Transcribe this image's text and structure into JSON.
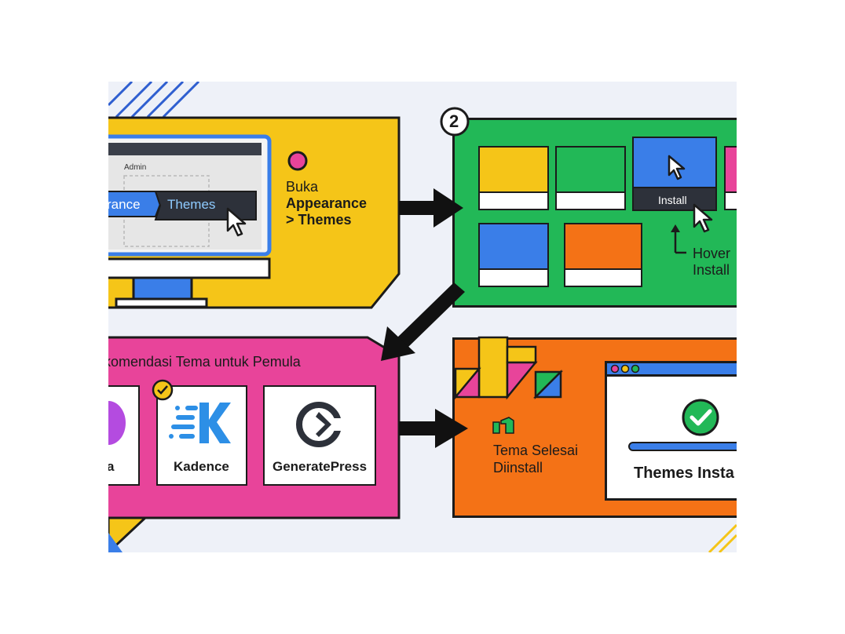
{
  "step1": {
    "screen_header": "Admin",
    "menu_item_left": "rance",
    "menu_item_themes": "Themes",
    "caption_line1": "Buka",
    "caption_line2": "Appearance",
    "caption_line3": "> Themes",
    "color": "#f5c518"
  },
  "step2": {
    "step_number": "2",
    "install_label": "Install",
    "hint_line1": "Hover",
    "hint_line2": "Install",
    "color": "#22b857",
    "theme_tile_colors": [
      "#f5c518",
      "#22b857",
      "#3a7ee8",
      "#e8449a",
      "#3a7ee8",
      "#f47216"
    ]
  },
  "step3": {
    "title": "komendasi Tema untuk Pemula",
    "theme_partial": "a",
    "theme_kadence": "Kadence",
    "theme_generatepress": "GeneratePress",
    "color": "#e8449a"
  },
  "step4": {
    "caption_line1": "Tema Selesai",
    "caption_line2": "Diinstall",
    "window_label": "Themes Insta",
    "color": "#f47216"
  },
  "icons": [
    "cursor-icon",
    "check-badge-icon",
    "kadence-logo-icon",
    "generatepress-logo-icon",
    "success-check-icon",
    "arrow-icon"
  ]
}
